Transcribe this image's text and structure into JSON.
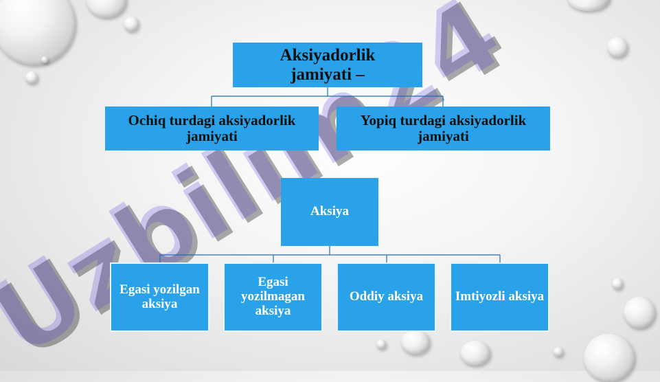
{
  "diagram": {
    "root": "Aksiyadorlik jamiyati –",
    "types": [
      "Ochiq turdagi aksiyadorlik jamiyati",
      "Yopiq turdagi aksiyadorlik jamiyati"
    ],
    "share_root": "Aksiya",
    "share_types": [
      "Egasi yozilgan aksiya",
      "Egasi yozilmagan aksiya",
      "Oddiy aksiya",
      "Imtiyozli aksiya"
    ]
  },
  "watermark": {
    "text": "Uzbilim24"
  },
  "colors": {
    "box": "#29a2ea",
    "connector": "#1f6fb0",
    "watermark_blue": "#4a2ee0",
    "watermark_gray": "#444444"
  }
}
